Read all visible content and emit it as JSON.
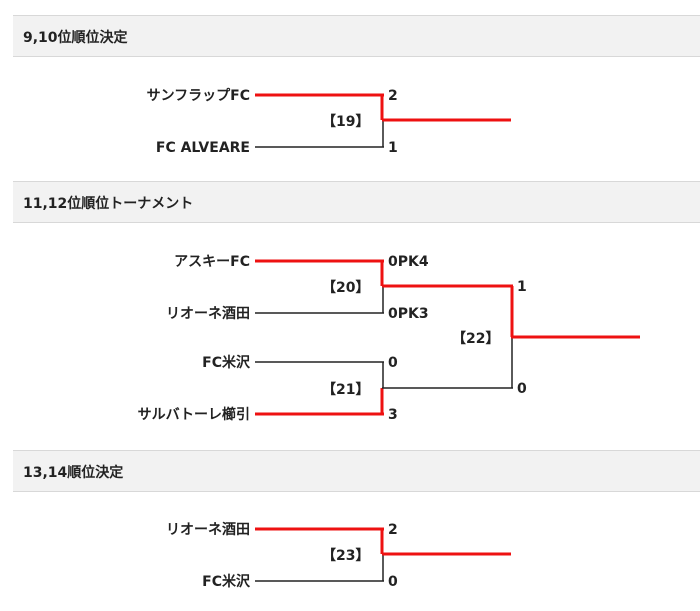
{
  "sections": [
    {
      "title": "9,10位順位決定",
      "teams": [
        "サンフラップFC",
        "FC ALVEARE"
      ],
      "match_label": "【19】",
      "scores": [
        "2",
        "1"
      ]
    },
    {
      "title": "11,12位順位トーナメント",
      "teams": [
        "アスキーFC",
        "リオーネ酒田",
        "FC米沢",
        "サルバトーレ櫛引"
      ],
      "semis": [
        {
          "match_label": "【20】",
          "scores": [
            "0PK4",
            "0PK3"
          ]
        },
        {
          "match_label": "【21】",
          "scores": [
            "0",
            "3"
          ]
        }
      ],
      "final": {
        "match_label": "【22】",
        "scores": [
          "1",
          "0"
        ]
      }
    },
    {
      "title": "13,14順位決定",
      "teams": [
        "リオーネ酒田",
        "FC米沢"
      ],
      "match_label": "【23】",
      "scores": [
        "2",
        "0"
      ]
    }
  ],
  "colors": {
    "win": "#ee1111",
    "line": "#222222",
    "header_bg": "#f2f2f2"
  }
}
